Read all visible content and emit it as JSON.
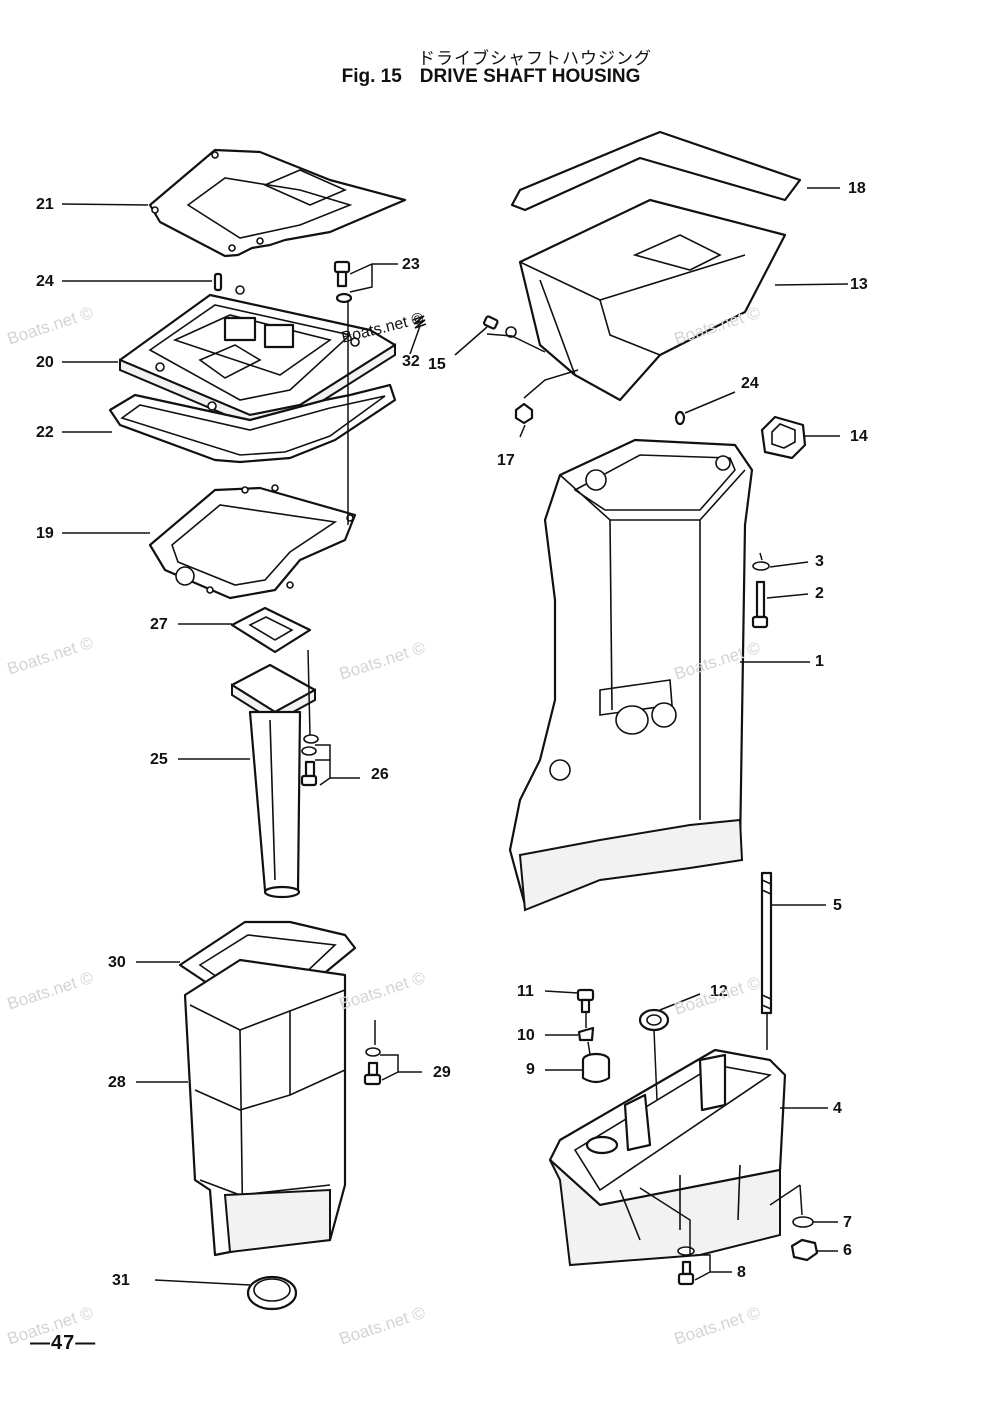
{
  "header": {
    "title_jp": "ドライブシャフトハウジング",
    "fig_label": "Fig. 15",
    "title_en": "DRIVE SHAFT HOUSING"
  },
  "page_number": "—47—",
  "watermark": "Boats.net ©",
  "callouts": {
    "c1": "1",
    "c2": "2",
    "c3": "3",
    "c4": "4",
    "c5": "5",
    "c6": "6",
    "c7": "7",
    "c8": "8",
    "c9": "9",
    "c10": "10",
    "c11": "11",
    "c12": "12",
    "c13": "13",
    "c14": "14",
    "c15": "15",
    "c17": "17",
    "c18": "18",
    "c19": "19",
    "c20": "20",
    "c21": "21",
    "c22": "22",
    "c23": "23",
    "c24a": "24",
    "c24b": "24",
    "c25": "25",
    "c26": "26",
    "c27": "27",
    "c28": "28",
    "c29": "29",
    "c30": "30",
    "c31": "31",
    "c32": "32"
  }
}
